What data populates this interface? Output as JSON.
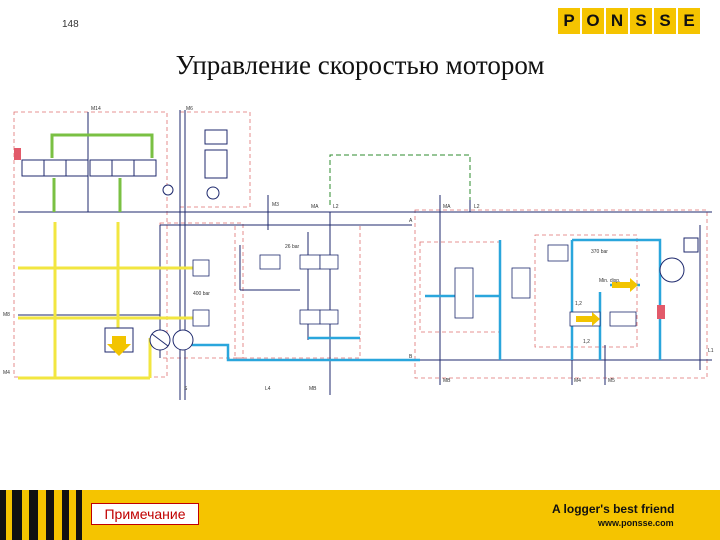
{
  "page_number": "148",
  "logo_letters": [
    "P",
    "O",
    "N",
    "S",
    "S",
    "E"
  ],
  "title": "Управление скоростью мотором",
  "footer": {
    "note_button": "Примечание",
    "slogan": "A logger's best friend",
    "url": "www.ponsse.com"
  },
  "diagram": {
    "labels": {
      "m14": "M14",
      "m6": "M6",
      "m3": "M3",
      "ma_left": "MA",
      "l2_left": "L2",
      "ma_right": "MA",
      "l2_right": "L2",
      "a": "A",
      "b": "B",
      "m8": "M8",
      "m4": "M4",
      "s": "S",
      "l4": "L4",
      "mb_left": "MB",
      "mb_right": "MB",
      "m4_right": "M4",
      "m5": "M5",
      "l1": "L1",
      "p26": "26 bar",
      "p400": "400 bar",
      "p370": "370 bar",
      "min_disp": "Min. disp.",
      "v12a": "1,2",
      "v12b": "1,2"
    },
    "colors": {
      "green": "#7ac043",
      "yellow": "#f2e640",
      "blue": "#2aa6dc",
      "pink": "#e25a6a",
      "line": "#1f2a6e",
      "frame": "#e07070"
    }
  }
}
